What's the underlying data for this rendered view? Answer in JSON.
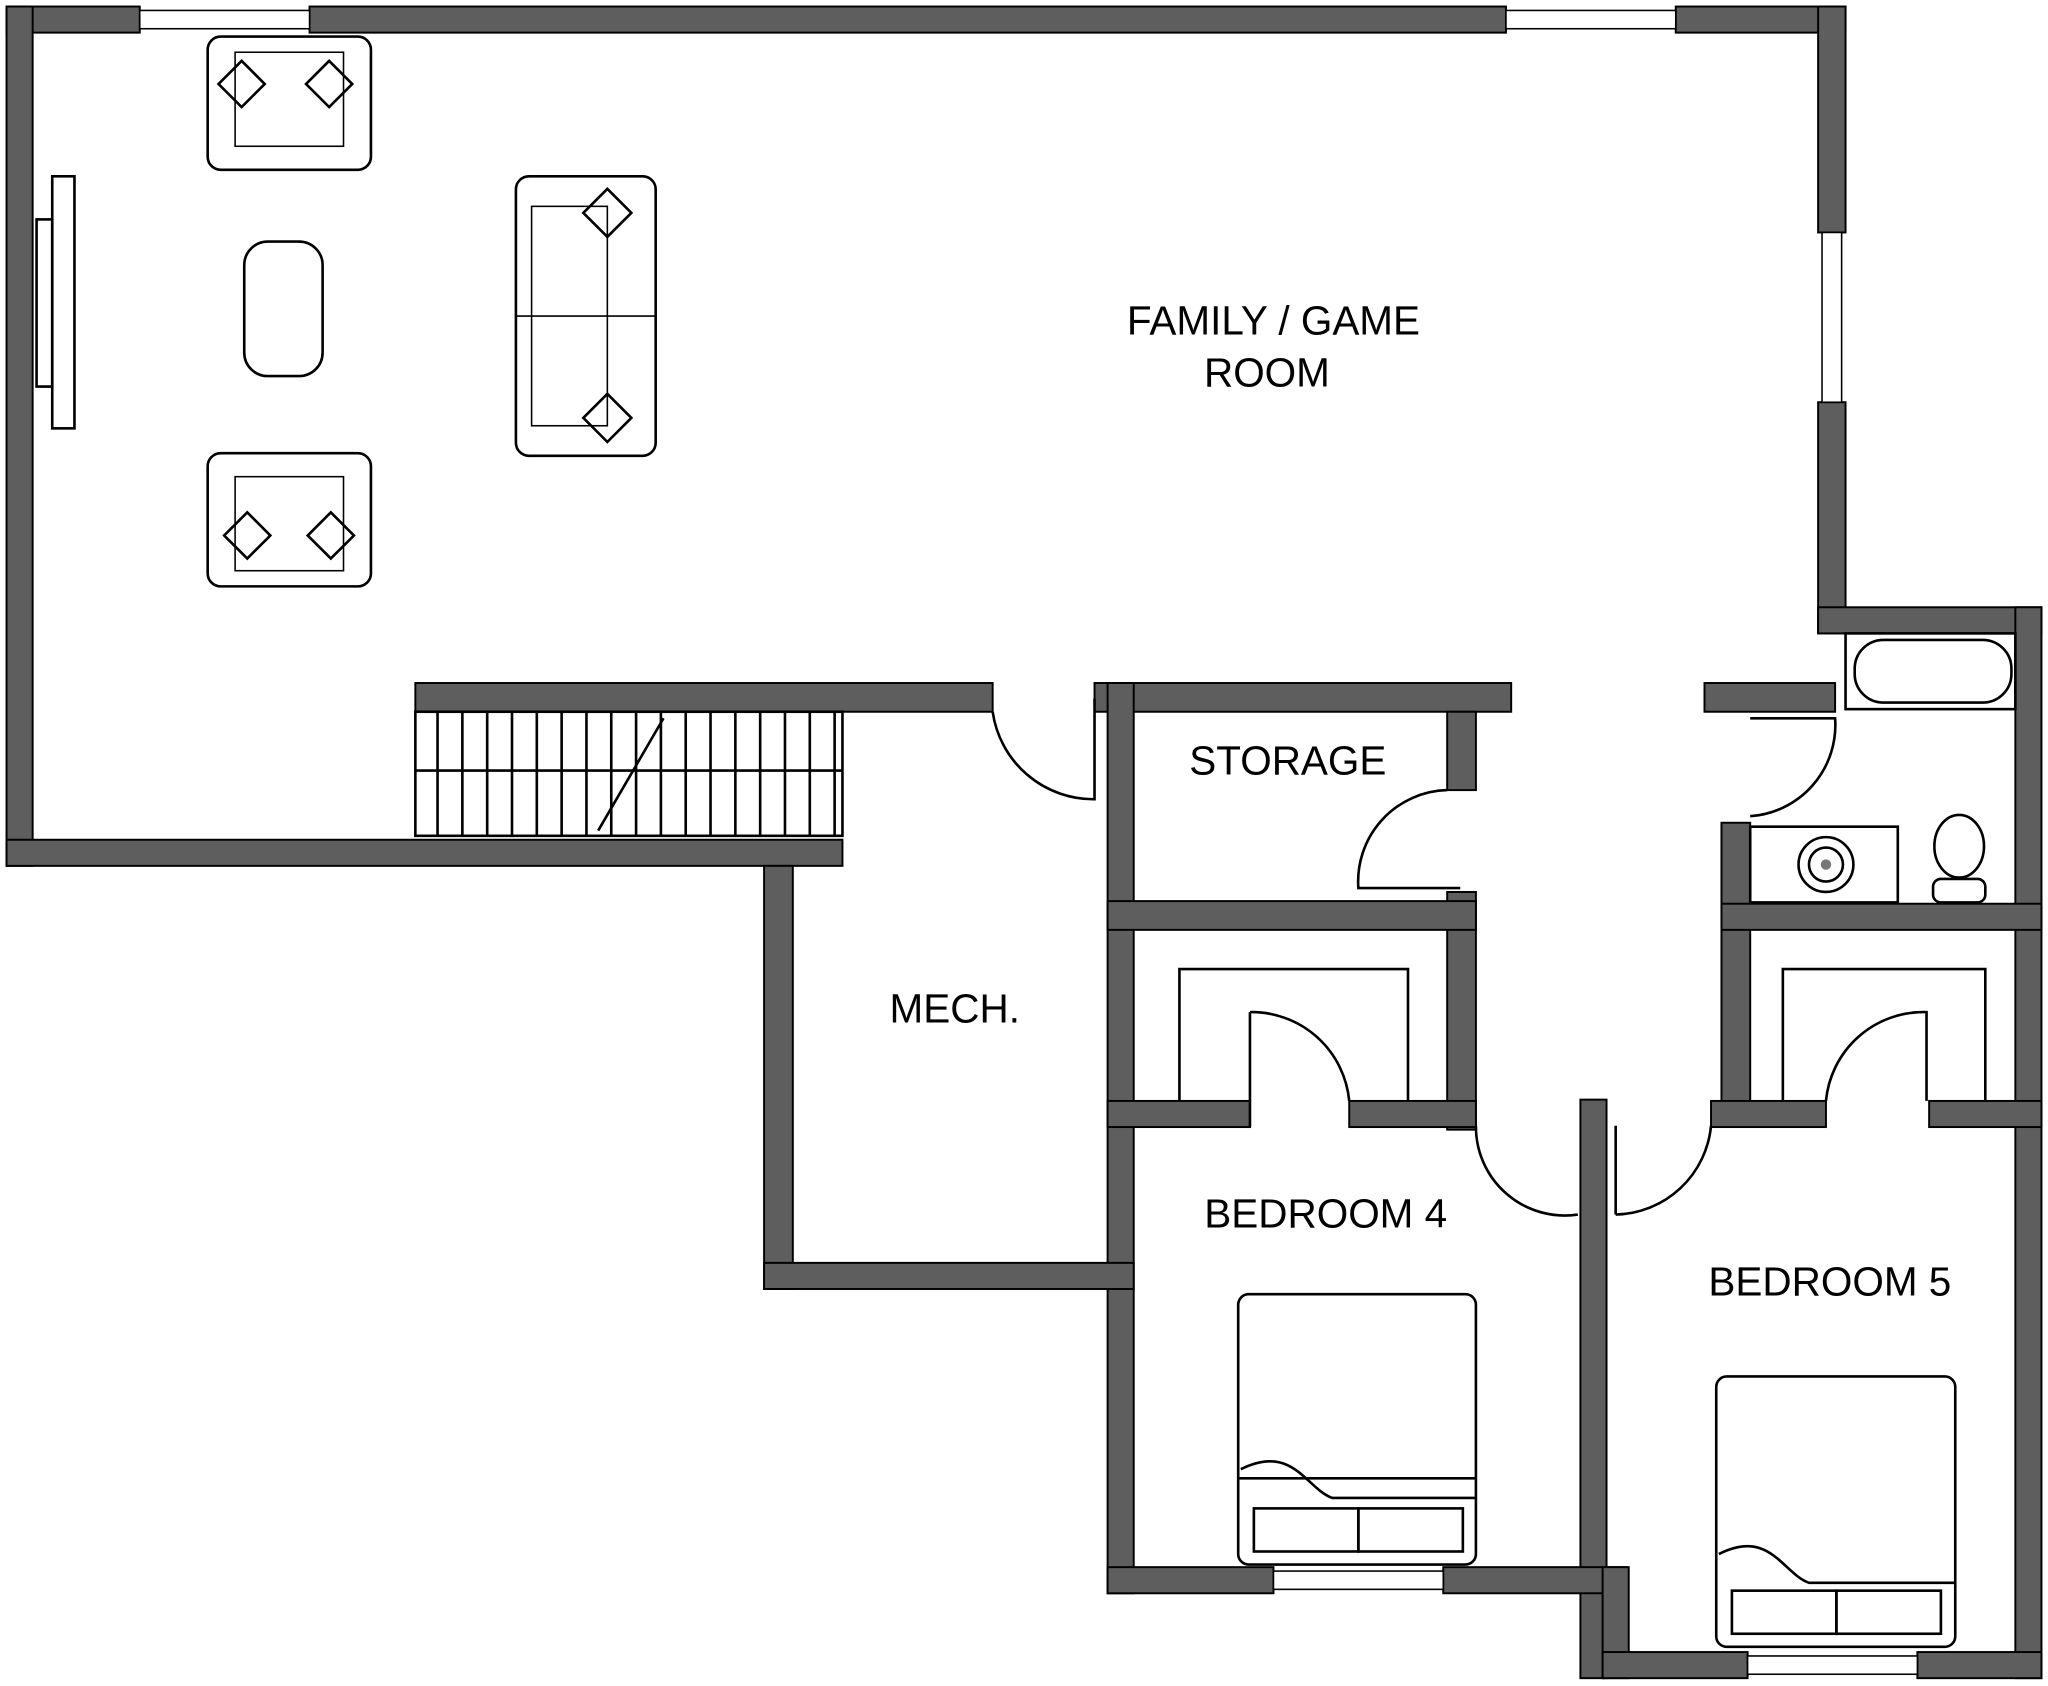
{
  "rooms": {
    "family_line1": "FAMILY / GAME",
    "family_line2": "ROOM",
    "storage": "STORAGE",
    "mech": "MECH.",
    "bedroom4": "BEDROOM 4",
    "bedroom5": "BEDROOM 5"
  },
  "colors": {
    "wall": "#5e5e5e",
    "background": "#ffffff"
  }
}
